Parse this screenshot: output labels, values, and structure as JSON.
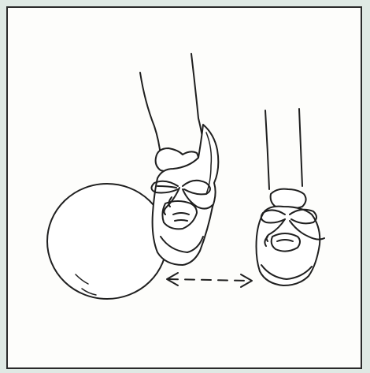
{
  "illustration": {
    "subjects": [
      "ball",
      "left-foot-shoe",
      "right-foot-shoe",
      "distance-arrow"
    ],
    "colors": {
      "background_tint": "#dfe9e4",
      "paper": "#fdfdfb",
      "ink": "#1f1f1f"
    }
  }
}
